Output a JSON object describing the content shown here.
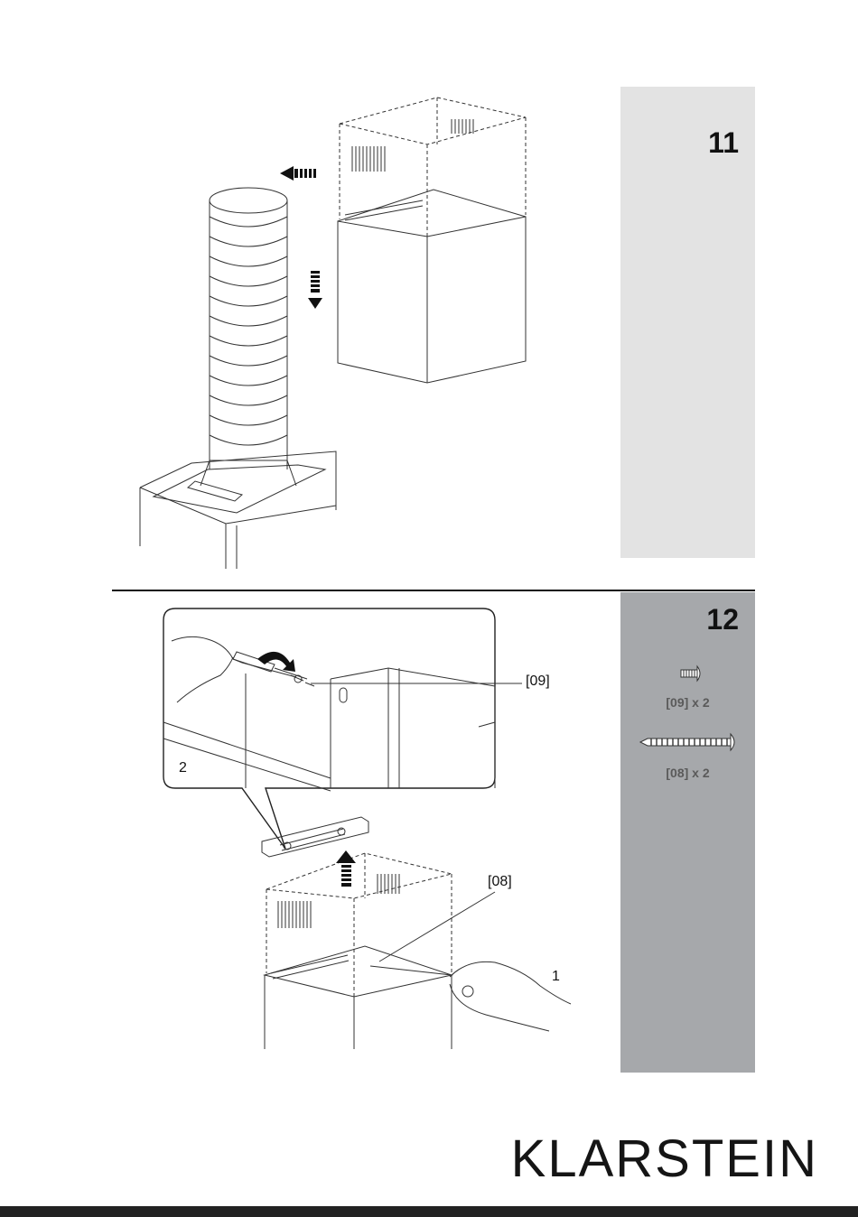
{
  "step11": {
    "number": "11"
  },
  "step12": {
    "number": "12",
    "callout_screw_top": "[09]",
    "callout_screw_bottom": "[08]",
    "sub_step_1": "1",
    "sub_step_2": "2",
    "parts": [
      {
        "label": "[09] x 2",
        "icon": "short-screw-icon"
      },
      {
        "label": "[08] x 2",
        "icon": "long-screw-icon"
      }
    ]
  },
  "brand": {
    "logo_text": "KLARSTEIN"
  }
}
